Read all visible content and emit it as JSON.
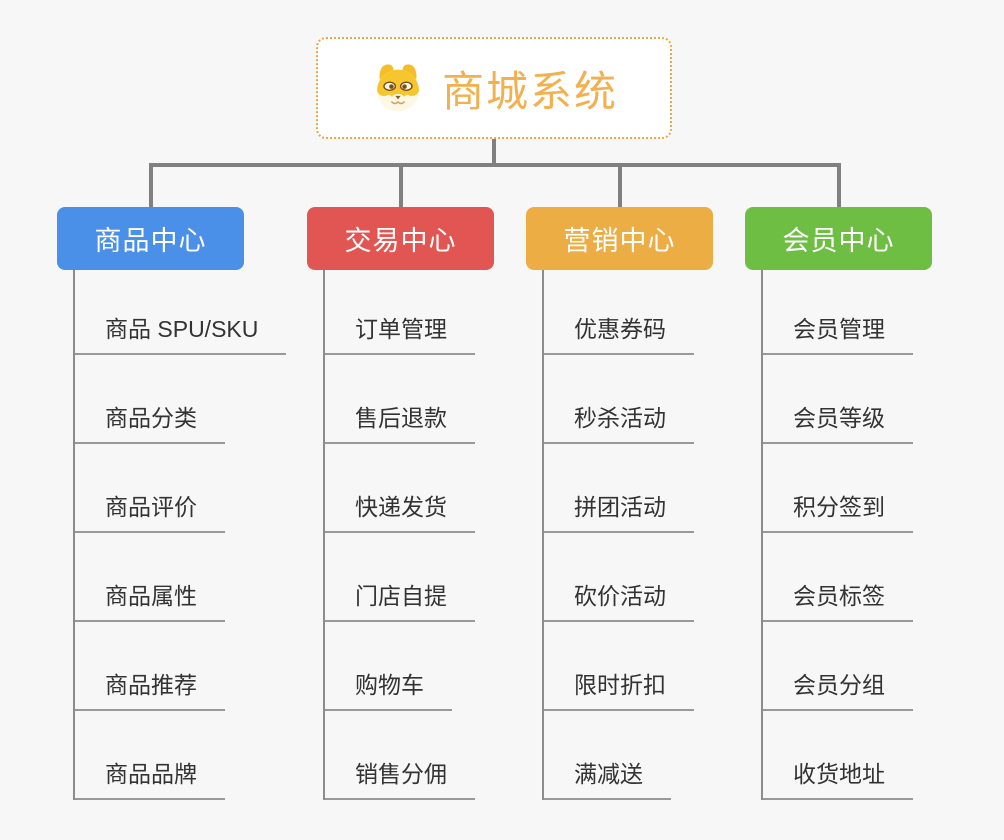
{
  "root": {
    "title": "商城系统",
    "icon": "dog-face-icon",
    "border_color": "#f0a63f",
    "text_color": "#f2b14e"
  },
  "branches": [
    {
      "label": "商品中心",
      "color": "#4a8fe8",
      "items": [
        "商品 SPU/SKU",
        "商品分类",
        "商品评价",
        "商品属性",
        "商品推荐",
        "商品品牌"
      ]
    },
    {
      "label": "交易中心",
      "color": "#e15653",
      "items": [
        "订单管理",
        "售后退款",
        "快递发货",
        "门店自提",
        "购物车",
        "销售分佣"
      ]
    },
    {
      "label": "营销中心",
      "color": "#ebad44",
      "items": [
        "优惠券码",
        "秒杀活动",
        "拼团活动",
        "砍价活动",
        "限时折扣",
        "满减送"
      ]
    },
    {
      "label": "会员中心",
      "color": "#6fbe44",
      "items": [
        "会员管理",
        "会员等级",
        "积分签到",
        "会员标签",
        "会员分组",
        "收货地址"
      ]
    }
  ],
  "colors": {
    "background": "#f7f7f7",
    "connector": "#808080",
    "leaf_line": "#999999",
    "leaf_text": "#333333"
  }
}
